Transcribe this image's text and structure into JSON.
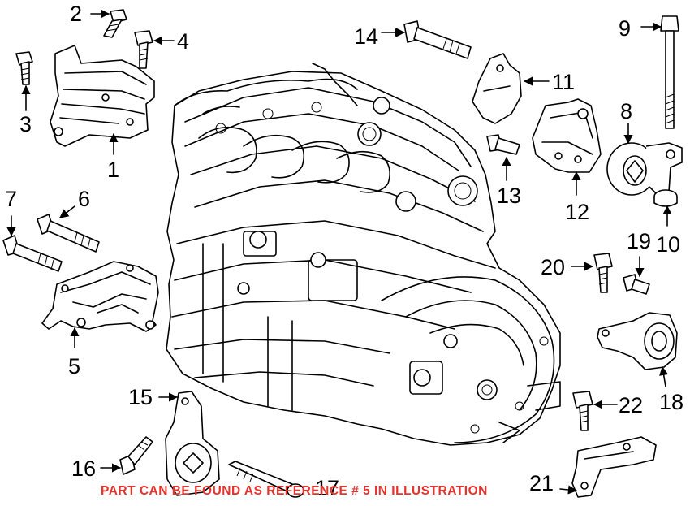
{
  "callouts": {
    "n1": "1",
    "n2": "2",
    "n3": "3",
    "n4": "4",
    "n5": "5",
    "n6": "6",
    "n7": "7",
    "n8": "8",
    "n9": "9",
    "n10": "10",
    "n11": "11",
    "n12": "12",
    "n13": "13",
    "n14": "14",
    "n15": "15",
    "n16": "16",
    "n17": "17",
    "n18": "18",
    "n19": "19",
    "n20": "20",
    "n21": "21",
    "n22": "22"
  },
  "caption": "PART CAN BE FOUND AS REFERENCE # 5 IN ILLUSTRATION",
  "colors": {
    "caption": "#e8322c",
    "line": "#000000",
    "background": "#ffffff"
  }
}
